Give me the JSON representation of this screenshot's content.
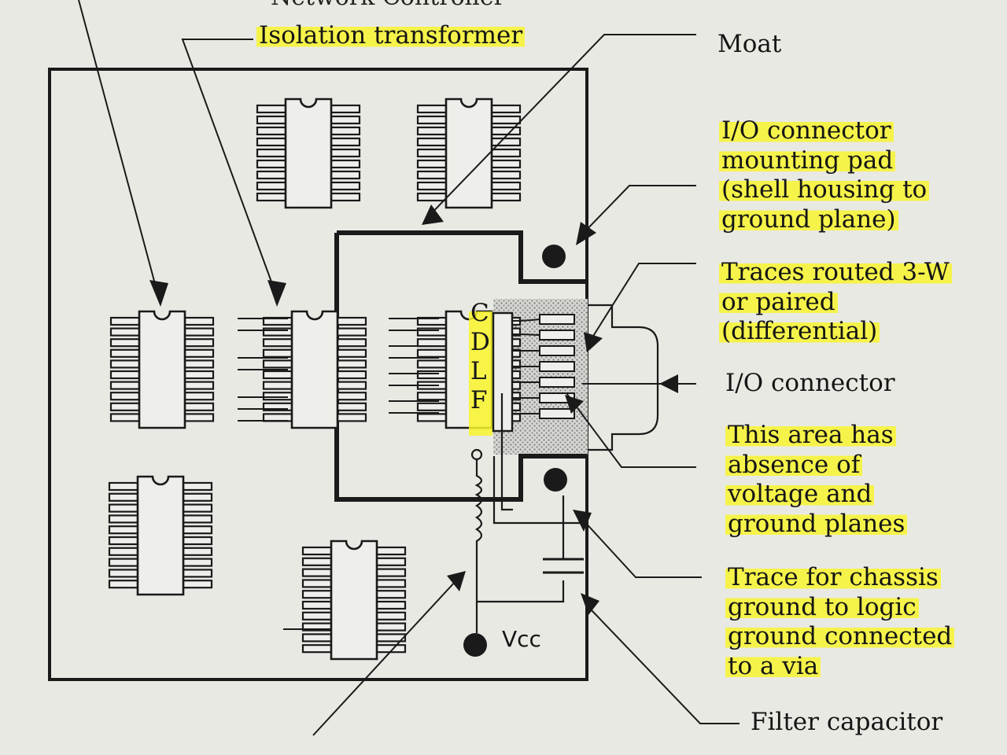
{
  "colors": {
    "paper": "#e9e9e4",
    "ink": "#151515",
    "highlight": "#f8f52a",
    "shading": "#9a9a9a"
  },
  "header": {
    "network_controller_cut": "Network Controller"
  },
  "labels": {
    "isolation_transformer": "Isolation transformer",
    "moat": "Moat",
    "io_connector_pad": [
      "I/O connector",
      "mounting pad",
      "(shell housing to",
      "ground plane)"
    ],
    "traces_3w": [
      "Traces routed 3-W",
      "or paired",
      "(differential)"
    ],
    "io_connector": "I/O connector",
    "absence_area": [
      "This area has",
      "absence of",
      "voltage and",
      "ground planes"
    ],
    "chassis_trace": [
      "Trace for chassis",
      "ground to logic",
      "ground connected",
      "to a via"
    ],
    "filter_capacitor": "Filter capacitor",
    "vcc": "Vcc",
    "cdlf": [
      "C",
      "D",
      "L",
      "F"
    ]
  },
  "icons": [
    "ic-chip-icon",
    "ground-pad-icon",
    "arrow-head-icon",
    "capacitor-icon",
    "inductor-icon",
    "io-connector-shell-icon"
  ]
}
